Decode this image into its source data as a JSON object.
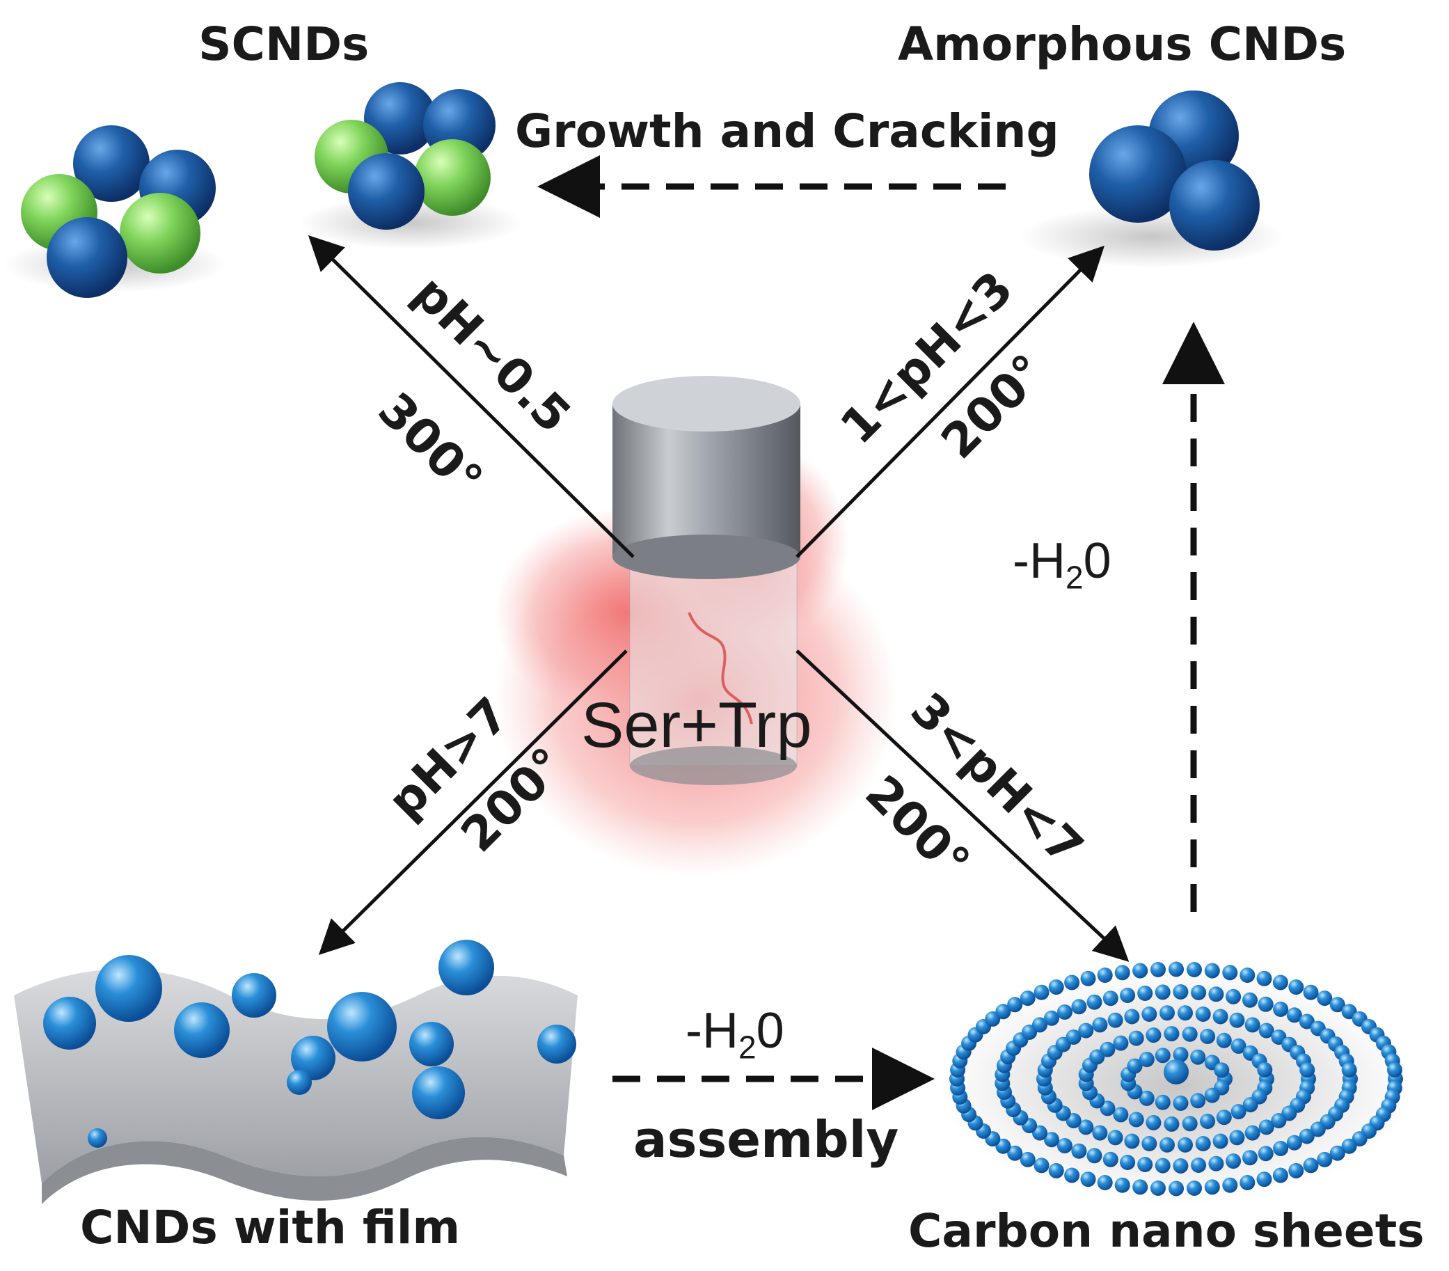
{
  "nodes": {
    "scnds": "SCNDs",
    "amorphous": "Amorphous CNDs",
    "film": "CNDs with film",
    "sheets": "Carbon nano sheets",
    "precursor": "Ser+Trp"
  },
  "processes": {
    "growth": "Growth and Cracking",
    "dehydrate_prefix": "-H",
    "dehydrate_sub": "2",
    "dehydrate_suffix": "0",
    "assembly": "assembly"
  },
  "conditions": {
    "top_left_ph": "pH~0.5",
    "top_left_temp": "300°",
    "top_right_ph": "1<pH<3",
    "top_right_temp": "200°",
    "bottom_left_ph": "pH>7",
    "bottom_left_temp": "200°",
    "bottom_right_ph": "3<pH<7",
    "bottom_right_temp": "200°"
  },
  "colors": {
    "dot_blue": "#1f5fa8",
    "dot_green": "#7fd35a",
    "sheet_blue": "#2a8fd8",
    "film_gray": "#b7b9bd",
    "red_solution": "#f08a8a",
    "arrow": "#111111"
  },
  "icons": [
    "scnds-cluster-icon",
    "amorphous-cluster-icon",
    "reactor-vessel-icon",
    "film-with-dots-icon",
    "spiral-sheet-icon"
  ]
}
